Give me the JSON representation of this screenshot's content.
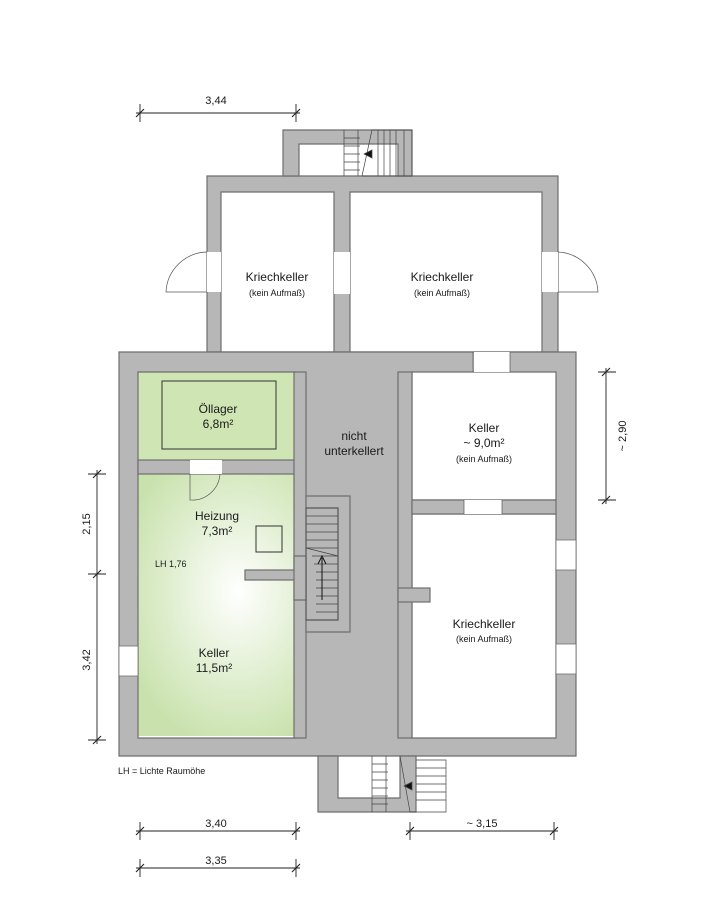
{
  "colors": {
    "wall": "#b7b7b7",
    "wall_outline": "#6e6e6e",
    "green_room": "#cfe6b4",
    "green_highlight": "#ffffff",
    "hatch": "#8c8c8c"
  },
  "rooms": {
    "kriechkeller_nw": {
      "title": "Kriechkeller",
      "sub": "(kein Aufmaß)"
    },
    "kriechkeller_ne": {
      "title": "Kriechkeller",
      "sub": "(kein Aufmaß)"
    },
    "oellager": {
      "title": "Öllager",
      "area": "6,8m²"
    },
    "nicht_unterkellert": {
      "line1": "nicht",
      "line2": "unterkellert"
    },
    "keller_east": {
      "title": "Keller",
      "area": "~ 9,0m²",
      "sub": "(kein Aufmaß)"
    },
    "heizung": {
      "title": "Heizung",
      "area": "7,3m²"
    },
    "keller_main": {
      "title": "Keller",
      "area": "11,5m²",
      "lh": "LH 1,76"
    },
    "kriechkeller_se": {
      "title": "Kriechkeller",
      "sub": "(kein Aufmaß)"
    }
  },
  "dimensions": {
    "top": "3,44",
    "right": "~ 2,90",
    "left_upper": "2,15",
    "left_lower": "3,42",
    "bottom_left": "3,40",
    "bottom_right": "~ 3,15",
    "bottom_lowest": "3,35"
  },
  "legend": "LH = Lichte Raumöhe"
}
